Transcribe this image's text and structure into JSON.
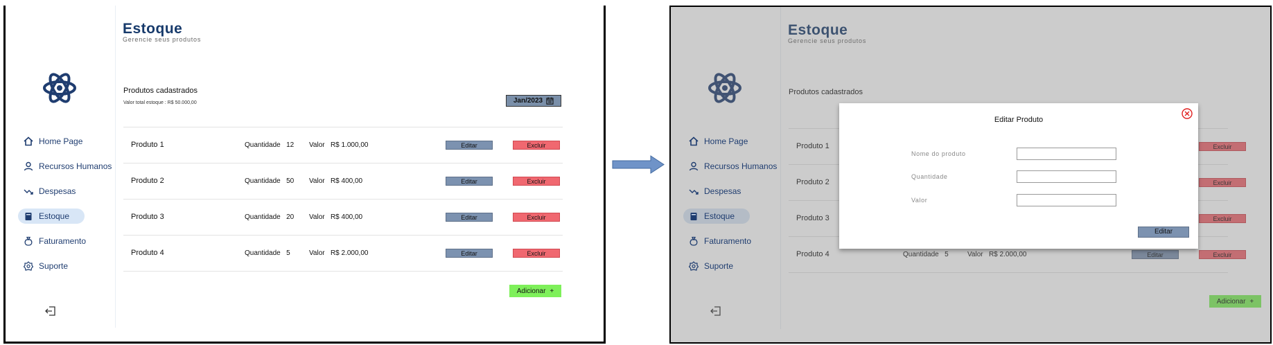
{
  "app": {
    "title": "Estoque",
    "subtitle": "Gerencie seus produtos"
  },
  "sidebar": {
    "items": [
      {
        "label": "Home Page",
        "icon": "home-icon"
      },
      {
        "label": "Recursos Humanos",
        "icon": "person-icon"
      },
      {
        "label": "Despesas",
        "icon": "trend-down-icon"
      },
      {
        "label": "Estoque",
        "icon": "stock-icon",
        "active": true
      },
      {
        "label": "Faturamento",
        "icon": "money-bag-icon"
      },
      {
        "label": "Suporte",
        "icon": "support-icon"
      }
    ],
    "logout_icon": "logout-icon"
  },
  "inventory": {
    "section_title": "Produtos cadastrados",
    "total_text": "Valor total estoque : R$ 50.000,00",
    "date_filter": "Jan/2023",
    "qty_label": "Quantidade",
    "value_label": "Valor",
    "edit_label": "Editar",
    "delete_label": "Excluir",
    "add_label": "Adicionar",
    "add_icon": "+",
    "rows": [
      {
        "name": "Produto 1",
        "qty": "12",
        "value": "R$ 1.000,00"
      },
      {
        "name": "Produto 2",
        "qty": "50",
        "value": "R$ 400,00"
      },
      {
        "name": "Produto 3",
        "qty": "20",
        "value": "R$ 400,00"
      },
      {
        "name": "Produto 4",
        "qty": "5",
        "value": "R$ 2.000,00"
      }
    ]
  },
  "modal": {
    "title": "Editar Produto",
    "fields": [
      {
        "label": "Nome do produto"
      },
      {
        "label": "Quantidade"
      },
      {
        "label": "Valor"
      }
    ],
    "submit_label": "Editar",
    "close_icon": "close-icon"
  },
  "colors": {
    "brand": "#173a6b",
    "edit": "#7c92b0",
    "delete": "#f06870",
    "add": "#7ef05a",
    "active_pill": "#d8e6f6"
  }
}
